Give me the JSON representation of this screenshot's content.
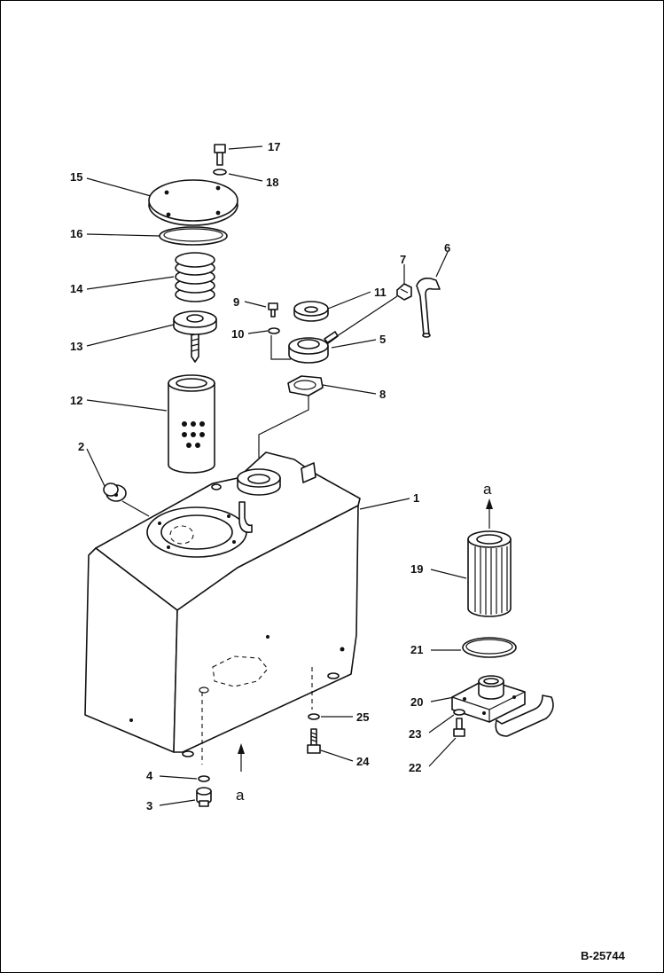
{
  "figure": {
    "reference_code": "B-25744",
    "view_letter": "a"
  },
  "callouts": [
    {
      "id": "1",
      "label": "1"
    },
    {
      "id": "2",
      "label": "2"
    },
    {
      "id": "3",
      "label": "3"
    },
    {
      "id": "4",
      "label": "4"
    },
    {
      "id": "5",
      "label": "5"
    },
    {
      "id": "6",
      "label": "6"
    },
    {
      "id": "7",
      "label": "7"
    },
    {
      "id": "8",
      "label": "8"
    },
    {
      "id": "9",
      "label": "9"
    },
    {
      "id": "10",
      "label": "10"
    },
    {
      "id": "11",
      "label": "11"
    },
    {
      "id": "12",
      "label": "12"
    },
    {
      "id": "13",
      "label": "13"
    },
    {
      "id": "14",
      "label": "14"
    },
    {
      "id": "15",
      "label": "15"
    },
    {
      "id": "16",
      "label": "16"
    },
    {
      "id": "17",
      "label": "17"
    },
    {
      "id": "18",
      "label": "18"
    },
    {
      "id": "19",
      "label": "19"
    },
    {
      "id": "20",
      "label": "20"
    },
    {
      "id": "21",
      "label": "21"
    },
    {
      "id": "22",
      "label": "22"
    },
    {
      "id": "23",
      "label": "23"
    },
    {
      "id": "24",
      "label": "24"
    },
    {
      "id": "25",
      "label": "25"
    }
  ],
  "icons": {
    "view-arrow": "arrow-up-icon"
  }
}
